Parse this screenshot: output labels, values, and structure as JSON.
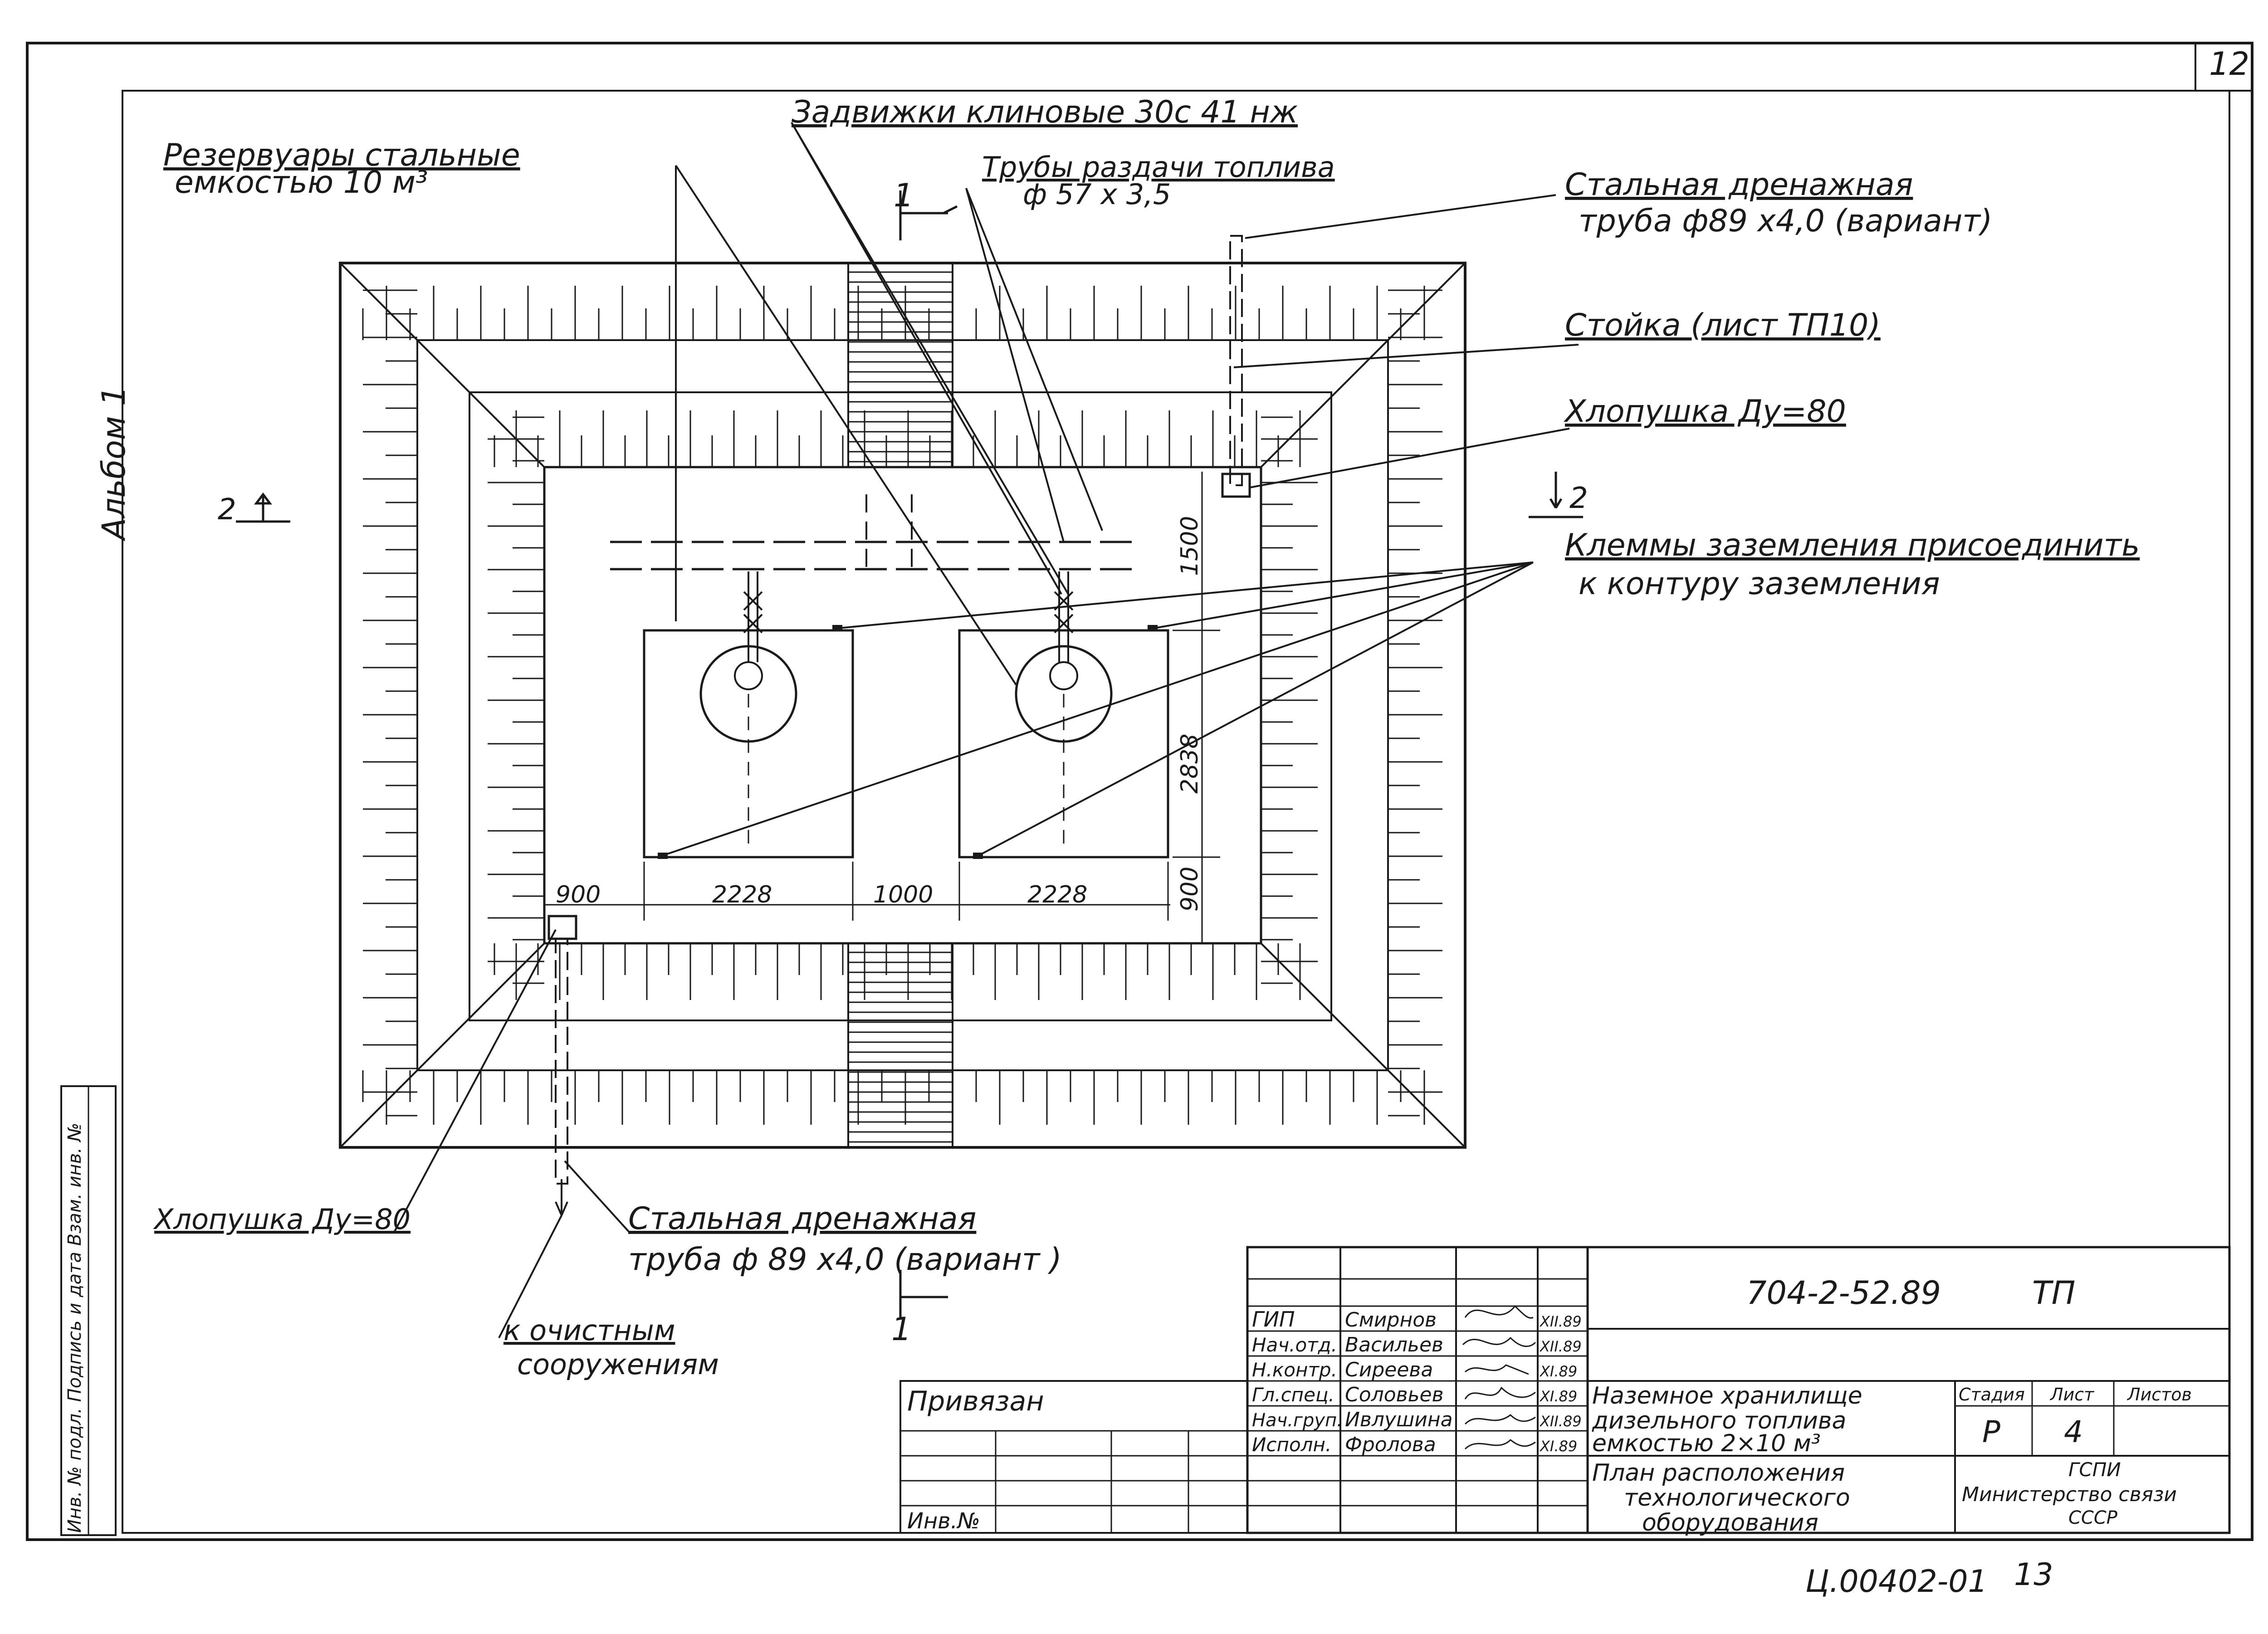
{
  "page_number": "12",
  "album": "Альбом 1",
  "labels": {
    "tanks_line1": "Резервуары стальные",
    "tanks_line2": "емкостью 10 м³",
    "valves": "Задвижки клиновые 30с 41 нж",
    "pipes_line1": "Трубы раздачи топлива",
    "pipes_line2": "ф 57 х 3,5",
    "drain_top_line1": "Стальная дренажная",
    "drain_top_line2": "труба ф89 х4,0 (вариант)",
    "stand": "Стойка (лист ТП10)",
    "flap_right": "Хлопушка Ду=80",
    "ground_line1": "Клеммы заземления присоединить",
    "ground_line2": "к контуру заземления",
    "flap_left": "Хлопушка Ду=80",
    "drain_bottom_line1": "Стальная дренажная",
    "drain_bottom_line2": "труба ф 89 х4,0 (вариант )",
    "to_treatment_line1": "к очистным",
    "to_treatment_line2": "сооружениям"
  },
  "section_marks": {
    "s1": "1",
    "s2": "2"
  },
  "dimensions": {
    "d900_left": "900",
    "d2228_a": "2228",
    "d1000": "1000",
    "d2228_b": "2228",
    "d900_right": "900",
    "d2838": "2838",
    "d1500": "1500"
  },
  "margin_stamp": "Инв. № подл.   Подпись и дата   Взам. инв. №",
  "title_block": {
    "code": "704-2-52.89",
    "mark": "ТП",
    "privyazan": "Привязан",
    "inv_no": "Инв.№",
    "roles": [
      "ГИП",
      "Нач.отд.",
      "Н.контр.",
      "Гл.спец.",
      "Нач.груп.",
      "Исполн."
    ],
    "names": [
      "Смирнов",
      "Васильев",
      "Сиреева",
      "Соловьев",
      "Ивлушина",
      "Фролова"
    ],
    "dates": [
      "XII.89",
      "XII.89",
      "XI.89",
      "XI.89",
      "XII.89",
      "XI.89"
    ],
    "object_line1": "Наземное хранилище",
    "object_line2": "дизельного топлива",
    "object_line3": "емкостью 2×10 м³",
    "sheet_line1": "План расположения",
    "sheet_line2": "технологического",
    "sheet_line3": "оборудования",
    "stage_header": "Стадия",
    "sheet_header": "Лист",
    "sheets_header": "Листов",
    "stage": "Р",
    "sheet": "4",
    "org_line1": "ГСПИ",
    "org_line2": "Министерство связи",
    "org_line3": "СССР"
  },
  "bottom_code": "Ц.00402-01",
  "bottom_page": "13"
}
